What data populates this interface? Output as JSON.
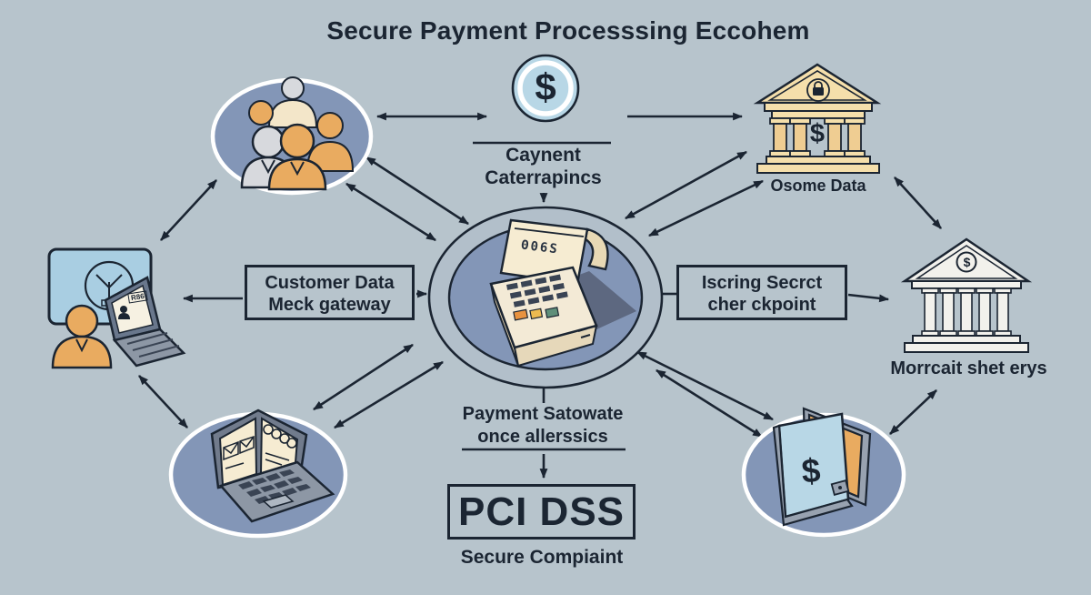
{
  "title": "Secure Payment Processsing Eccohem",
  "labels": {
    "payterms_line1": "Caynent",
    "payterms_line2": "Caterrapincs",
    "bank_top": "Osome Data",
    "gateway_line1": "Customer Data",
    "gateway_line2": "Meck gateway",
    "checkpoint_line1": "Iscring Secrct",
    "checkpoint_line2": "cher ckpoint",
    "bank_right": "Morrcait shet erys",
    "software_line1": "Payment Satowate",
    "software_line2": "once allerssics",
    "pci": "PCI DSS",
    "pci_caption": "Secure Compiaint",
    "receipt_text": "Θ06S",
    "laptop_screen_text": "R86",
    "dollar": "$"
  },
  "colors": {
    "background": "#b7c4cc",
    "ink": "#1b2532",
    "oval_fill": "#8396b7",
    "oval_border": "#ffffff",
    "center_ring": "#b2bfca",
    "tan": "#f5dfab",
    "tan_column": "#efcd92",
    "orange": "#e9ab60",
    "gray_person": "#d7d9dd",
    "cream": "#f6ecd2",
    "light_blue": "#b8d7e6",
    "bank_white": "#f2f1ec",
    "keypad_dark": "#3a4454",
    "shadow_slate": "#5d6880",
    "device_gray": "#8d97a5"
  }
}
